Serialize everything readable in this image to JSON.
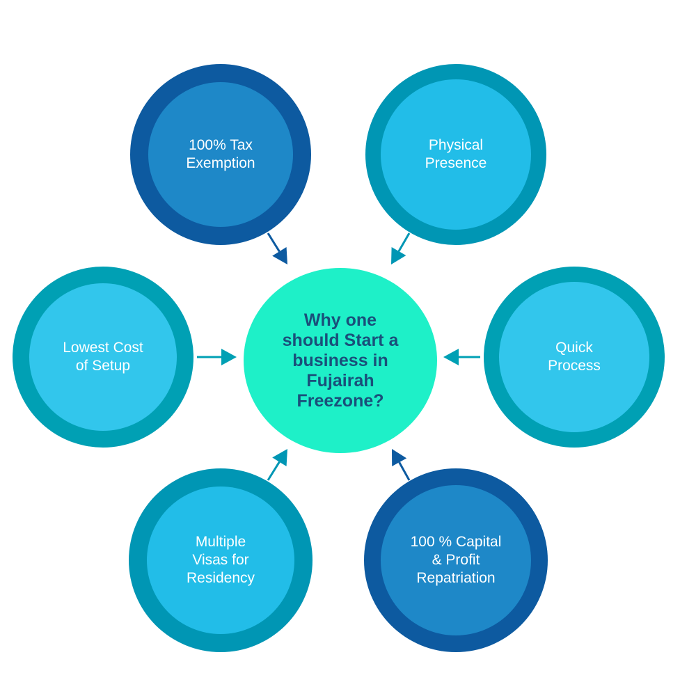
{
  "center": {
    "title": "Why one\nshould Start a\nbusiness in\nFujairah\nFreezone?",
    "color": "#1ef0c8",
    "text_color": "#1a4f7a"
  },
  "nodes": [
    {
      "id": "tax-exemption",
      "label": "100% Tax\nExemption",
      "ring_color": "#0d5aa0",
      "fill_color": "#1e88c8",
      "arrow_color": "#0d5aa0"
    },
    {
      "id": "physical-presence",
      "label": "Physical\nPresence",
      "ring_color": "#0096b4",
      "fill_color": "#22bde8",
      "arrow_color": "#0096b4"
    },
    {
      "id": "quick-process",
      "label": "Quick\nProcess",
      "ring_color": "#00a0b4",
      "fill_color": "#32c6ec",
      "arrow_color": "#00a0b4"
    },
    {
      "id": "capital-repatriation",
      "label": "100 % Capital\n& Profit\nRepatriation",
      "ring_color": "#0d5aa0",
      "fill_color": "#1e88c8",
      "arrow_color": "#0d5aa0"
    },
    {
      "id": "multiple-visas",
      "label": "Multiple\nVisas for\nResidency",
      "ring_color": "#0096b4",
      "fill_color": "#22bde8",
      "arrow_color": "#0096b4"
    },
    {
      "id": "lowest-cost",
      "label": "Lowest Cost\nof Setup",
      "ring_color": "#00a0b4",
      "fill_color": "#32c6ec",
      "arrow_color": "#00a0b4"
    }
  ]
}
